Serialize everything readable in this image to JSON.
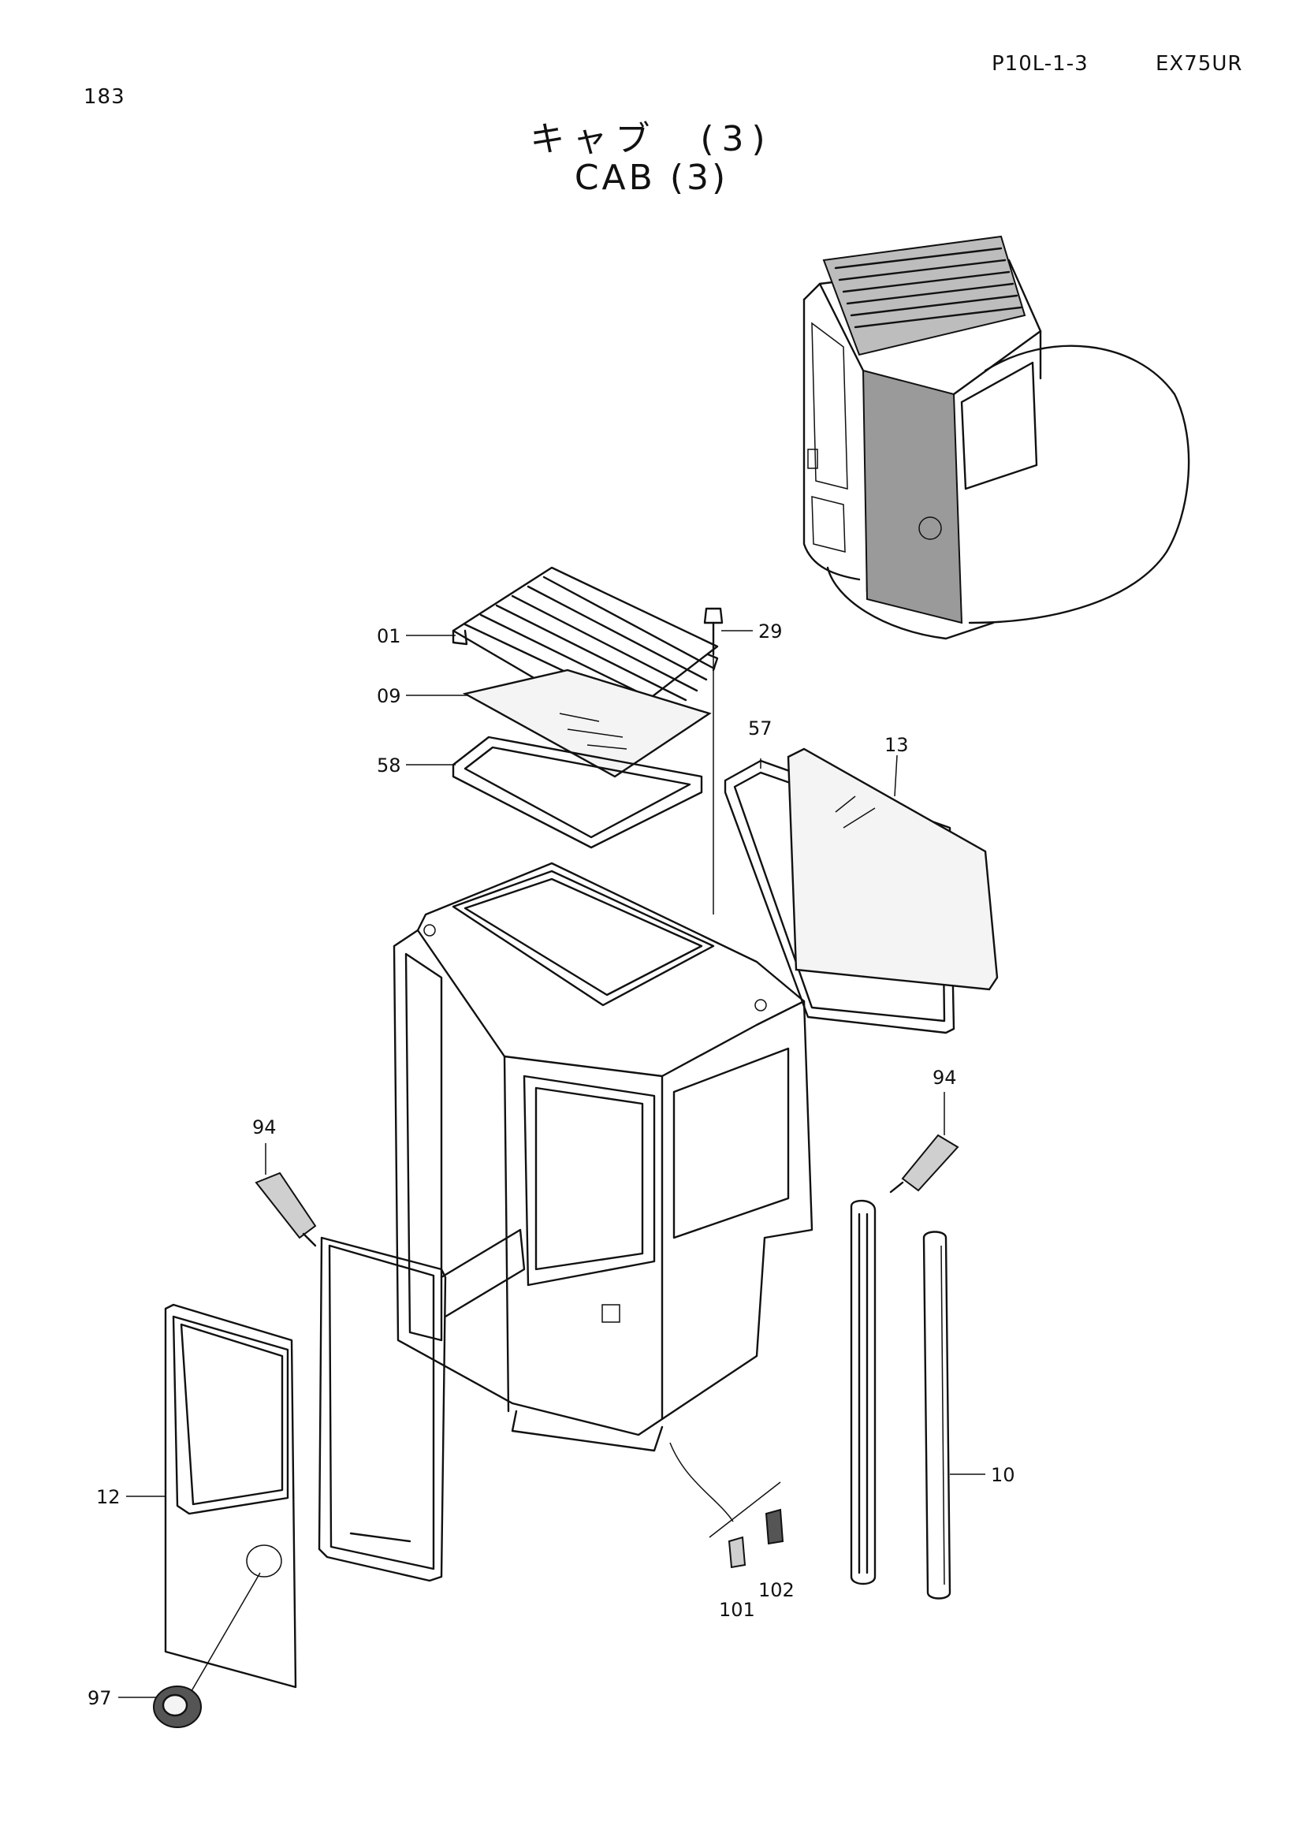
{
  "header": {
    "page_number": "183",
    "page_code": "P10L-1-3",
    "model": "EX75UR"
  },
  "title": {
    "japanese": "キャブ　(3)",
    "english": "CAB (3)"
  },
  "callouts": [
    "01",
    "09",
    "58",
    "29",
    "57",
    "13",
    "94",
    "94",
    "12",
    "97",
    "101",
    "102",
    "10"
  ]
}
